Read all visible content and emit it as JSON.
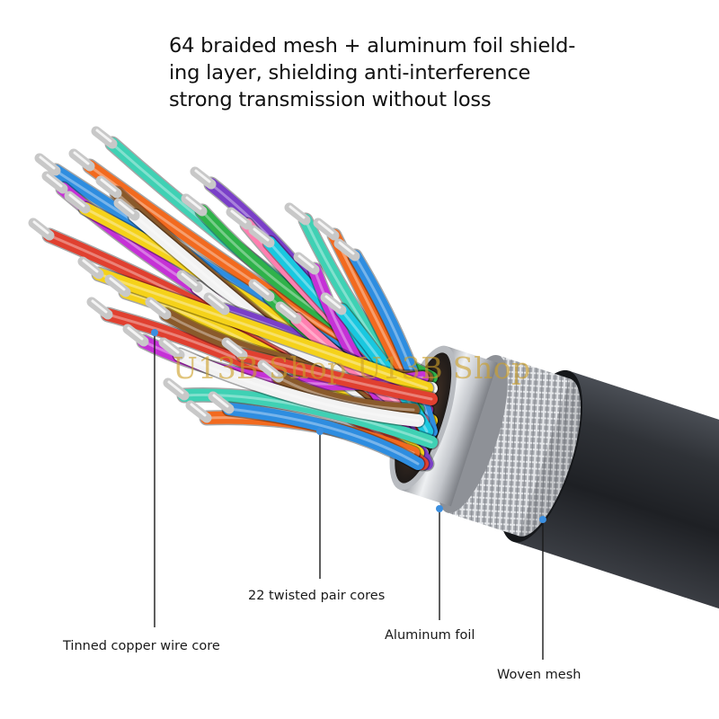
{
  "headline": {
    "line1": "64 braided mesh + aluminum foil shield-",
    "line2": "ing layer, shielding anti-interference",
    "line3": "strong transmission without loss"
  },
  "callouts": {
    "tinned_copper": "Tinned copper wire core",
    "twisted_pairs": "22 twisted pair cores",
    "aluminum_foil": "Aluminum foil",
    "woven_mesh": "Woven mesh"
  },
  "watermark": "U13B Shop U13B Shop",
  "colors": {
    "jacket": "#2b2e33",
    "mesh": "#b9bcc1",
    "foil": "#d4d7db",
    "copper": "#c8c8c8",
    "accent_dot": "#3b8fe0",
    "watermark": "#cda028"
  },
  "wire_colors": [
    "#3fd1b4",
    "#f26a1f",
    "#2e8de0",
    "#c531d6",
    "#f5d21a",
    "#e04030",
    "#8a5a2b",
    "#f2f2f2",
    "#7a3fc8",
    "#2fb24a",
    "#ff7fb0",
    "#19c8e0"
  ]
}
